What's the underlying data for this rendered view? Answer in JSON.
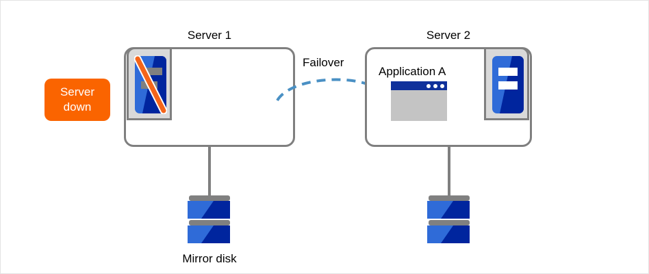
{
  "diagram": {
    "title_server1": "Server 1",
    "title_server2": "Server 2",
    "failover_label": "Failover",
    "application_label": "Application A",
    "status_badge": {
      "line1": "Server",
      "line2": "down",
      "color": "#fa6400",
      "text_color": "#ffffff"
    },
    "disk_label": "Mirror disk",
    "icons": {
      "server1": "server-down-icon",
      "server2": "server-ok-icon",
      "app": "application-window-icon",
      "disk": "disk-stack-icon",
      "arrow": "failover-arrow-icon"
    },
    "colors": {
      "box_border": "#7f7f7f",
      "panel_fill": "#d9d9d9",
      "server_blue_light": "#2f6bd8",
      "server_blue_dark": "#00259e",
      "app_titlebar": "#10319b",
      "app_body": "#c4c4c4",
      "arrow_blue": "#4a90c4",
      "down_orange": "#fa6400",
      "bar_gray": "#808080"
    }
  }
}
